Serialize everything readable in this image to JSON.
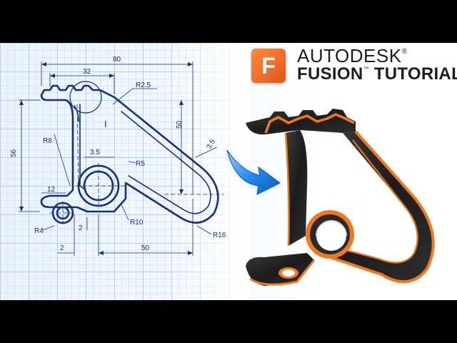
{
  "brand": {
    "name": "AUTODESK",
    "registered": "®",
    "product": "FUSION",
    "trademark": "™",
    "tutorial": "TUTORIAL",
    "logo_letter": "F",
    "logo_color": "#f26b21"
  },
  "drawing": {
    "line_color": "#16307a",
    "dimensions": {
      "overall_width": "80",
      "top_span": "32",
      "radius_top": "R2.5",
      "radius_left": "R8",
      "height_left": "56",
      "height_right": "50",
      "thickness_mid": "3.5",
      "thickness_right": "3.5",
      "radius_inner": "R5",
      "width_small": "12",
      "radius_ring": "R10",
      "radius_right": "R16",
      "radius_small": "R4",
      "gap_small": "2",
      "offset_bottom": "2",
      "bottom_span": "50",
      "section_mark": "I"
    }
  },
  "render": {
    "body_color": "#262626",
    "edge_color": "#f0781e",
    "arrow_color": "#1e7fe0"
  }
}
